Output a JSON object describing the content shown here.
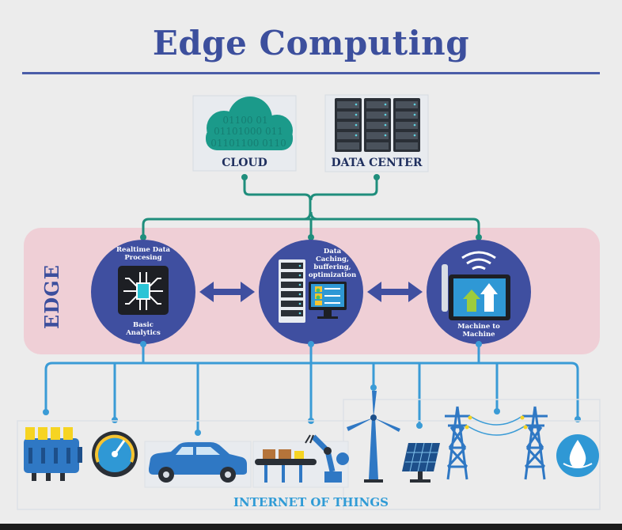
{
  "title": "Edge Computing",
  "edge_label": "EDGE",
  "cloud": {
    "label": "CLOUD",
    "binary_lines": [
      "01100 01",
      "01101000 011",
      "01101100 0110"
    ]
  },
  "data_center": {
    "label": "DATA CENTER"
  },
  "nodes": {
    "left": {
      "top_text": [
        "Realtime Data",
        "Procesing"
      ],
      "bottom_text": [
        "Basic",
        "Analytics"
      ]
    },
    "middle": {
      "text": [
        "Data",
        "Caching,",
        "buffering,",
        "optimization"
      ]
    },
    "right": {
      "text": [
        "Machine to",
        "Machine"
      ]
    }
  },
  "iot_label": "INTERNET OF THINGS",
  "colors": {
    "title": "#3c4f9d",
    "edge_band": "#efcfd6",
    "circle": "#3f4fa0",
    "cloud_line": "#1f8e7c",
    "iot_line": "#3a9bd6",
    "iot_label": "#2f9bd6"
  },
  "icons": [
    "cloud-icon",
    "server-rack-icon",
    "chip-icon",
    "server-monitor-icon",
    "tablet-wifi-icon",
    "double-arrow-icon",
    "engine-icon",
    "gauge-icon",
    "car-icon",
    "robot-arm-conveyor-icon",
    "wind-turbine-icon",
    "solar-panel-icon",
    "power-tower-icon",
    "water-drop-icon"
  ]
}
